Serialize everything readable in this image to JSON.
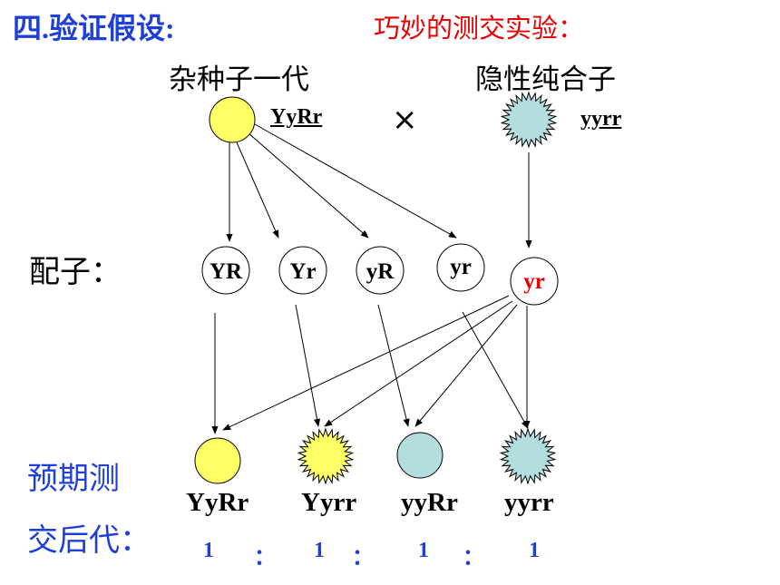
{
  "heading": "四.验证假设:",
  "subtitle": "巧妙的测交实验：",
  "parents": {
    "hybrid": {
      "label": "杂种子一代",
      "genotype": "YyRr"
    },
    "cross_symbol": "×",
    "recessive": {
      "label": "隐性纯合子",
      "genotype": "yyrr"
    }
  },
  "gametes": {
    "label": "配子：",
    "hybrid_gametes": [
      "YR",
      "Yr",
      "yR",
      "yr"
    ],
    "recessive_gamete": "yr"
  },
  "offspring": {
    "label_line1": "预期测",
    "label_line2": "交后代：",
    "genotypes": [
      "YyRr",
      "Yyrr",
      "yyRr",
      "yyrr"
    ],
    "ratio": [
      "1",
      "：",
      "1",
      "：",
      "1",
      "：",
      "1"
    ]
  },
  "colors": {
    "heading": "#1f3fd6",
    "subtitle": "#e60000",
    "yellow": "#ffff66",
    "green_blue": "#b4dde0",
    "recessive_gamete_text": "#e60000"
  },
  "icons": {
    "yellow_round": "yellow-round-seed-icon",
    "yellow_wrinkled": "yellow-wrinkled-seed-icon",
    "green_round": "green-round-seed-icon",
    "green_wrinkled": "green-wrinkled-seed-icon"
  }
}
